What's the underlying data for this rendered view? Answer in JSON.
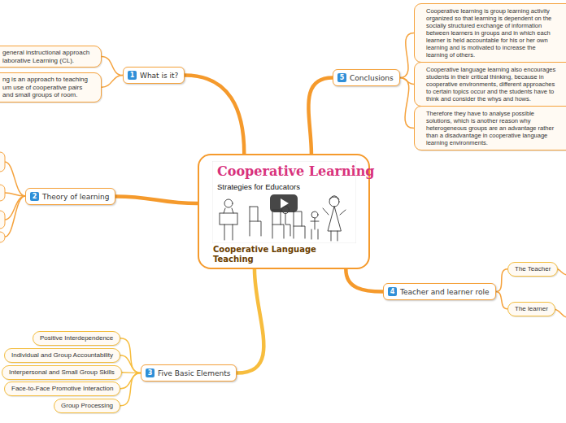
{
  "diagram": {
    "nodes": [
      {
        "text": [
          "Cooperative Learning",
          "Strategies for Educators",
          "Cooperative Language Teaching"
        ]
      },
      {
        "text": [
          "1",
          "What is it?"
        ]
      },
      {
        "text": [
          "general instructional approach laborative Learning (CL)."
        ]
      },
      {
        "text": [
          "ng is an approach to teaching um use of cooperative pairs and small groups of room."
        ]
      },
      {
        "text": [
          "5",
          "Conclusions"
        ]
      },
      {
        "text": [
          "Cooperative learning is group learning activity organized so that learning is dependent on the socially structured exchange of information between learners in groups and in which each learner is held accountable for his or her own learning and is motivated to increase the learning of others."
        ]
      },
      {
        "text": [
          "Cooperative language learning also encourages students in their critical thinking, because in cooperative environments, different approaches to certain topics occur and the students have to think and consider the whys and hows."
        ]
      },
      {
        "text": [
          "Therefore they have to analyse possible solutions, which is another reason why heterogeneous groups are an advantage rather than a disadvantage in cooperative language learning environments."
        ]
      },
      {
        "text": [
          "2",
          "Theory of learning"
        ]
      },
      {
        "text": [
          "4",
          "Teacher and learner role"
        ]
      },
      {
        "text": [
          "The Teacher"
        ]
      },
      {
        "text": [
          "The learner"
        ]
      },
      {
        "text": [
          "3",
          "Five Basic Elements"
        ]
      },
      {
        "text": [
          "Positive Interdependence"
        ]
      },
      {
        "text": [
          "Individual and Group Accountability"
        ]
      },
      {
        "text": [
          "Interpersonal and Small Group Skills"
        ]
      },
      {
        "text": [
          "Face-to-Face Promotive Interaction"
        ]
      },
      {
        "text": [
          "Group Processing"
        ]
      }
    ],
    "edges": [
      {
        "from": 0,
        "to": 1,
        "arrow": "none"
      },
      {
        "from": 1,
        "to": 2,
        "arrow": "none"
      },
      {
        "from": 1,
        "to": 3,
        "arrow": "none"
      },
      {
        "from": 0,
        "to": 4,
        "arrow": "none"
      },
      {
        "from": 4,
        "to": 5,
        "arrow": "none"
      },
      {
        "from": 4,
        "to": 6,
        "arrow": "none"
      },
      {
        "from": 4,
        "to": 7,
        "arrow": "none"
      },
      {
        "from": 0,
        "to": 8,
        "arrow": "none"
      },
      {
        "from": 0,
        "to": 9,
        "arrow": "none"
      },
      {
        "from": 9,
        "to": 10,
        "arrow": "none"
      },
      {
        "from": 9,
        "to": 11,
        "arrow": "none"
      },
      {
        "from": 0,
        "to": 12,
        "arrow": "none"
      },
      {
        "from": 12,
        "to": 13,
        "arrow": "none"
      },
      {
        "from": 12,
        "to": 14,
        "arrow": "none"
      },
      {
        "from": 12,
        "to": 15,
        "arrow": "none"
      },
      {
        "from": 12,
        "to": 16,
        "arrow": "none"
      },
      {
        "from": 12,
        "to": 17,
        "arrow": "none"
      }
    ]
  }
}
